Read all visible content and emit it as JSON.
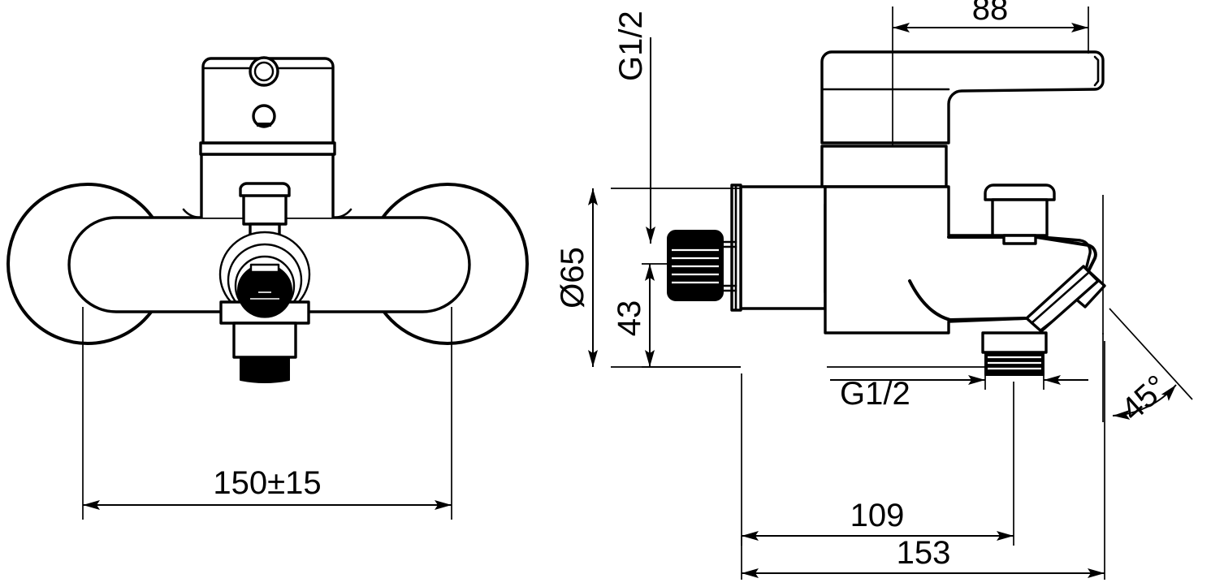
{
  "document": {
    "type": "technical-drawing",
    "subject": "wall-mounted bath/shower mixer tap",
    "views": [
      {
        "name": "front-view",
        "label": ""
      },
      {
        "name": "side-view",
        "label": ""
      }
    ]
  },
  "dimensions": {
    "front_view": {
      "center_distance": "150±15"
    },
    "side_view": {
      "lever_reach": "88",
      "rosette_diameter": "Ø65",
      "inlet_height": "43",
      "spout_projection_inner": "109",
      "spout_projection_outer": "153",
      "outlet_angle": "45°"
    },
    "threads": {
      "inlet_thread": "G1/2",
      "outlet_thread": "G1/2"
    }
  },
  "labels": {
    "d88": "88",
    "d65": "Ø65",
    "d43": "43",
    "d109": "109",
    "d153": "153",
    "d45": "45°",
    "d150": "150±15",
    "g12_top": "G1/2",
    "g12_bottom": "G1/2"
  },
  "colors": {
    "line": "#000000",
    "background": "#ffffff",
    "fill_dark": "#000000",
    "fill_light": "#ffffff"
  }
}
